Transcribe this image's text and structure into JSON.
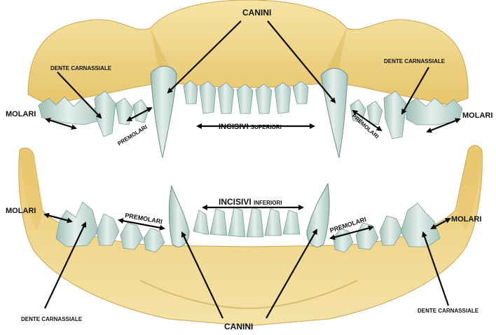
{
  "labels": {
    "canini": "CANINI",
    "incisivi": "INCISIVI",
    "superiori": "SUPERIORI",
    "inferiori": "INFERIORI",
    "molari": "MOLARI",
    "premolari": "PREMOLARI",
    "dente_carnassiale": "DENTE CARNASSIALE"
  },
  "colors": {
    "bone": "#f2d98c",
    "bone_shadow": "#d9b560",
    "tooth": "#cfe0dc",
    "tooth_shadow": "#8fb0ab",
    "arrow": "#0a0a0a"
  }
}
